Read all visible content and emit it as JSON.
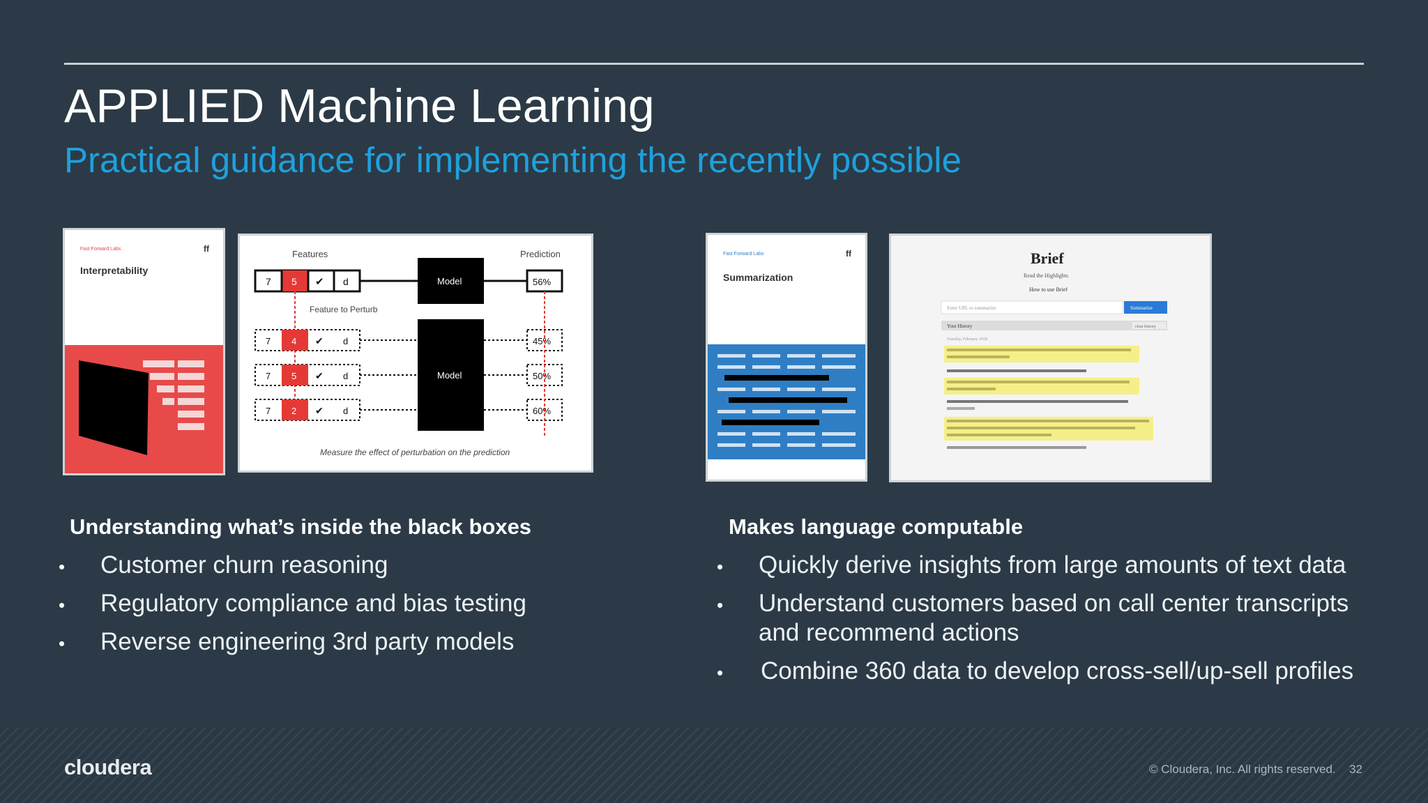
{
  "slide": {
    "title": "APPLIED Machine Learning",
    "subtitle": "Practical guidance for implementing the recently possible"
  },
  "left": {
    "booklet": {
      "eyebrow": "Fast Forward Labs",
      "mark": "ff",
      "title": "Interpretability"
    },
    "diagram": {
      "features_label": "Features",
      "prediction_label": "Prediction",
      "model_label": "Model",
      "perturb_label": "Feature to Perturb",
      "caption": "Measure the effect of perturbation on the prediction",
      "feature_values": [
        "7",
        "5",
        "✔",
        "d"
      ],
      "perturbed_values": [
        "4",
        "5",
        "2"
      ],
      "base_prediction": "56%",
      "predictions": [
        "45%",
        "50%",
        "60%"
      ]
    },
    "heading": "Understanding what’s inside the black boxes",
    "bullets": [
      "Customer churn reasoning",
      "Regulatory compliance and bias testing",
      "Reverse engineering 3rd party models"
    ]
  },
  "right": {
    "booklet": {
      "eyebrow": "Fast Forward Labs",
      "mark": "ff",
      "title": "Summarization"
    },
    "brief": {
      "title": "Brief",
      "subtitle": "Read the Highlights",
      "link": "How to use Brief",
      "input_placeholder": "Enter URL to summarize",
      "button": "Summarize",
      "history_label": "Your History",
      "clear_label": "clear history",
      "date": "Tuesday, February 2018"
    },
    "heading": "Makes language computable",
    "bullets": [
      "Quickly derive insights from large amounts of text data",
      "Understand customers based on call center transcripts and recommend actions",
      "Combine 360 data to develop cross-sell/up-sell profiles"
    ]
  },
  "footer": {
    "brand": "cloudera",
    "copyright": "© Cloudera, Inc. All rights reserved.",
    "page": "32"
  },
  "colors": {
    "background": "#2b3a46",
    "subtitle": "#1fa0dc",
    "accent_red": "#e84a4a",
    "accent_blue": "#2f7ec4"
  }
}
